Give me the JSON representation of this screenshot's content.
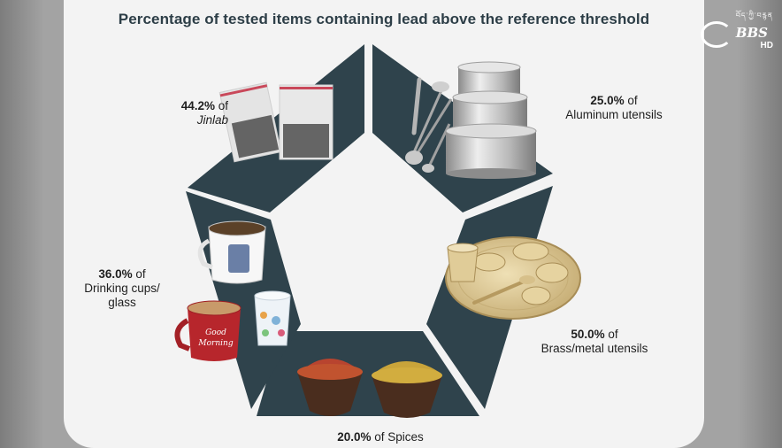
{
  "chart_data": {
    "type": "pie",
    "title": "Percentage of tested items containing lead above the reference threshold",
    "xlabel": "",
    "ylabel": "",
    "series": [
      {
        "values": [
          44.2,
          25.0,
          50.0,
          20.0,
          36.0
        ],
        "labels": [
          "Jinlab",
          "Aluminum utensils",
          "Brass/metal utensils",
          "Spices",
          "Drinking cups/ glass"
        ]
      }
    ],
    "value_labels": [
      "44.2%",
      "25.0%",
      "50.0%",
      "20.0%",
      "36.0%"
    ],
    "label_joiner": "of",
    "colors": {
      "segment": "#2f434c",
      "card": "#f3f3f3",
      "title": "#2d3e47"
    }
  },
  "logo": {
    "brand": "BBS",
    "badge": "HD",
    "tibetan": "བོད་ཀྱི་བརྙན"
  }
}
